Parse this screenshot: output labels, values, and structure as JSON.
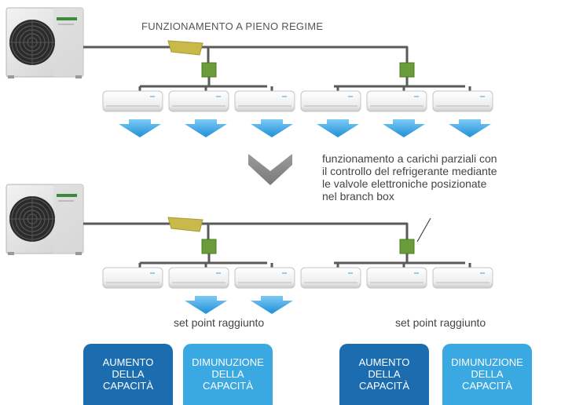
{
  "top_caption": "FUNZIONAMENTO A PIENO REGIME",
  "partial_note": [
    "funzionamento a carichi parziali con",
    "il controllo del refrigerante mediante",
    "le valvole elettroniche posizionate",
    "nel branch box"
  ],
  "setpoint_label": "set point raggiunto",
  "tags": {
    "increase": [
      "AUMENTO",
      "DELLA",
      "CAPACITÀ"
    ],
    "decrease": [
      "DIMUNUZIONE",
      "DELLA",
      "CAPACITÀ"
    ]
  },
  "colors": {
    "pipe": "#5a5a5a",
    "branch_box": "#6a9c3a",
    "header_valve": "#c9b94a",
    "airflow_arrow": "#2f9ee0",
    "transition_arrow": "#8a8a8a",
    "tag_increase": "#1c6db0",
    "tag_decrease": "#3aa9e2"
  },
  "scenarios": [
    {
      "name": "full-load",
      "airflow": [
        true,
        true,
        true,
        true,
        true,
        true
      ]
    },
    {
      "name": "partial-load",
      "airflow": [
        false,
        true,
        true,
        false,
        false,
        false
      ]
    }
  ]
}
